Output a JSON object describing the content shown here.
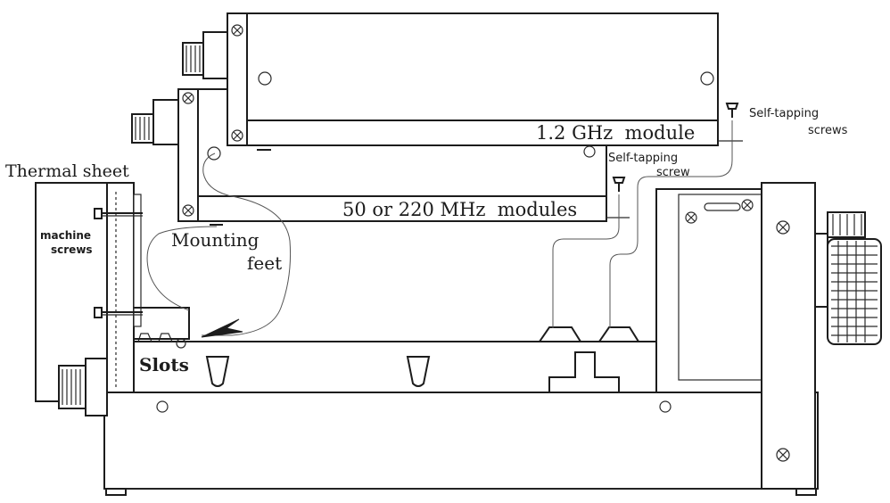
{
  "labels": {
    "module_12ghz": "1.2 GHz  module",
    "module_50_220": "50 or 220 MHz  modules",
    "self_tapping_screws_1": "Self-tapping",
    "self_tapping_screws_2": "screws",
    "self_tapping_screw_1": "Self-tapping",
    "self_tapping_screw_2": "screw",
    "thermal_sheet": "Thermal sheet",
    "machine_screws_1": "machine",
    "machine_screws_2": "screws",
    "mounting_feet_1": "Mounting",
    "mounting_feet_2": "feet",
    "slots": "Slots"
  },
  "colors": {
    "ink": "#1c1c1c",
    "paper": "#ffffff"
  }
}
